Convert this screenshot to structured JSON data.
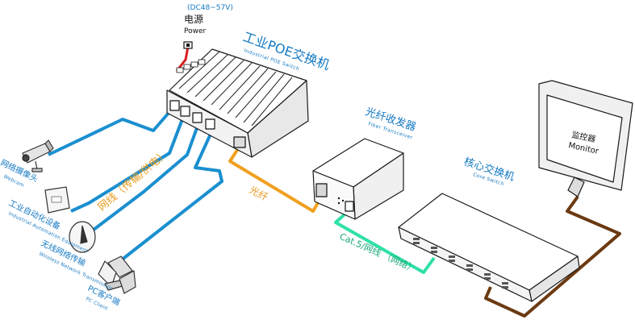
{
  "power": {
    "voltage": "(DC48~57V)",
    "label_cn": "电源",
    "label_en": "Power"
  },
  "poe_switch": {
    "title_cn": "工业POE交换机",
    "title_en": "Industrial POE Switch"
  },
  "fiber_transceiver": {
    "title_cn": "光纤收发器",
    "title_en": "Fiber Transceiver"
  },
  "core_switch": {
    "title_cn": "核心交换机",
    "title_en": "Core Switch"
  },
  "monitor": {
    "label_cn": "监控器",
    "label_en": "Monitor"
  },
  "links": {
    "poe_cable": "网线（传输/供电）",
    "fiber": "光纤",
    "cat5": "Cat.5/网线 （网络）"
  },
  "devices": [
    {
      "cn": "网络摄像头",
      "en": "Webcam"
    },
    {
      "cn": "工业自动化设备",
      "en": "Industrial Automation Equipment"
    },
    {
      "cn": "无线网络传输",
      "en": "Wireless Network Transmission"
    },
    {
      "cn": "PC客户端",
      "en": "PC Client"
    }
  ],
  "colors": {
    "label_blue": "#1479c2",
    "poe_line": "#1a8fd0",
    "fiber_line": "#f0a020",
    "cat5_line": "#2fe0a8",
    "monitor_line": "#6b3a12",
    "power_line": "#d81e1e",
    "fiber_label": "#e89a1c",
    "cat5_label": "#1aa878"
  }
}
